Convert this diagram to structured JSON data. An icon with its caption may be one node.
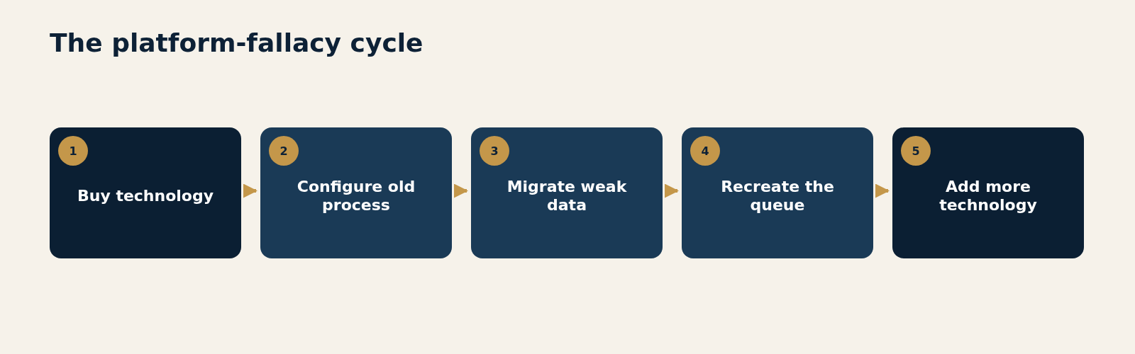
{
  "diagram": {
    "title": "The platform-fallacy cycle",
    "nodes": [
      {
        "text": [
          "1",
          "Buy technology"
        ]
      },
      {
        "text": [
          "2",
          "Configure old process"
        ]
      },
      {
        "text": [
          "3",
          "Migrate weak data"
        ]
      },
      {
        "text": [
          "4",
          "Recreate the queue"
        ]
      },
      {
        "text": [
          "5",
          "Add more technology"
        ]
      }
    ],
    "edges": [
      {
        "from": 0,
        "to": 1,
        "arrow": "to"
      },
      {
        "from": 1,
        "to": 2,
        "arrow": "to"
      },
      {
        "from": 2,
        "to": 3,
        "arrow": "to"
      },
      {
        "from": 3,
        "to": 4,
        "arrow": "to"
      }
    ]
  }
}
